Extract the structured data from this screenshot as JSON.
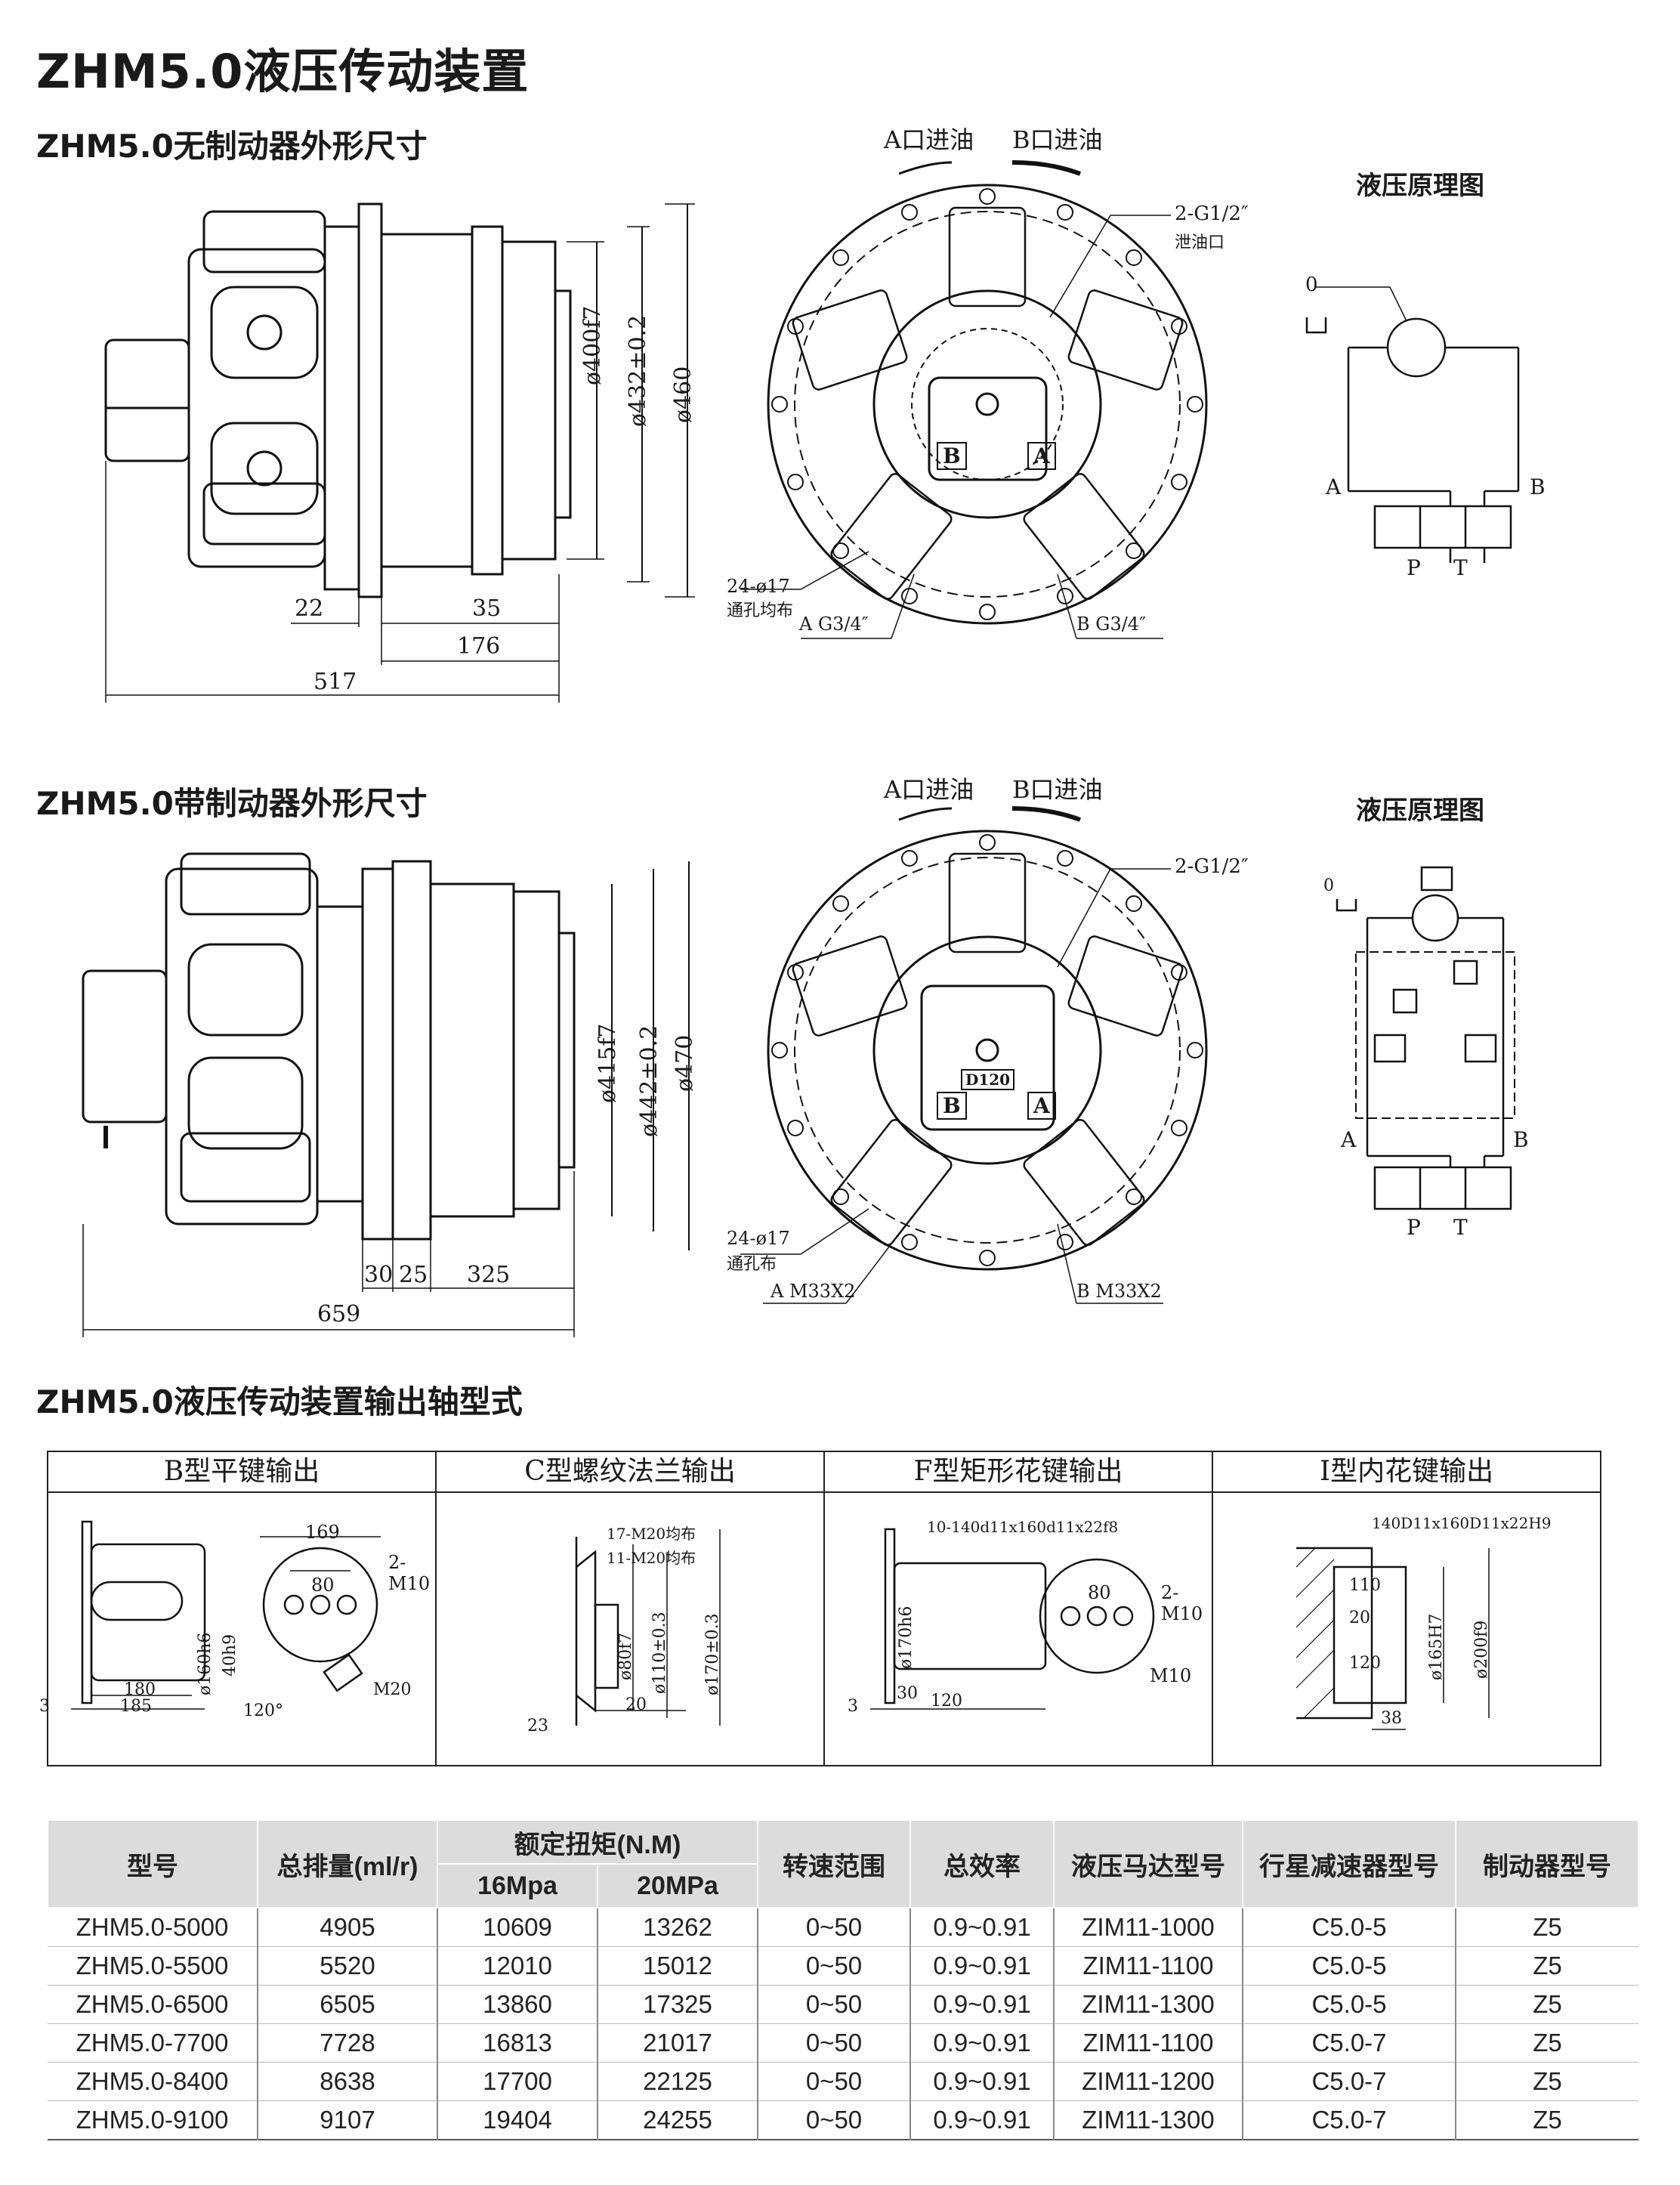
{
  "page": {
    "title": "ZHM5.0液压传动装置",
    "section_nobrake": "ZHM5.0无制动器外形尺寸",
    "section_brake": "ZHM5.0带制动器外形尺寸",
    "section_shaft": "ZHM5.0液压传动装置输出轴型式"
  },
  "drawing_nobrake": {
    "dim_400": "ø400f7",
    "dim_432": "ø432±0.2",
    "dim_460": "ø460",
    "dim_22": "22",
    "dim_35": "35",
    "dim_176": "176",
    "dim_517": "517",
    "a_inlet": "A口进油",
    "b_inlet": "B口进油",
    "drain": "2-G1/2″",
    "drain_note": "泄油口",
    "holes": "24-ø17",
    "holes_note": "通孔均布",
    "port_a": "A G3/4″",
    "port_b": "B G3/4″",
    "port_label_a": "A",
    "port_label_b": "B",
    "hyd_title": "液压原理图",
    "hyd_0": "0",
    "hyd_a": "A",
    "hyd_b": "B",
    "hyd_p": "P",
    "hyd_t": "T"
  },
  "drawing_brake": {
    "dim_415": "ø415f7",
    "dim_442": "ø442±0.2",
    "dim_470": "ø470",
    "dim_30": "30",
    "dim_25": "25",
    "dim_325": "325",
    "dim_659": "659",
    "a_inlet": "A口进油",
    "b_inlet": "B口进油",
    "drain": "2-G1/2″",
    "holes": "24-ø17",
    "holes_note": "通孔布",
    "port_a": "A M33X2",
    "port_b": "B M33X2",
    "valve_label": "D120",
    "port_label_a": "A",
    "port_label_b": "B",
    "hyd_title": "液压原理图",
    "hyd_0": "0",
    "hyd_a": "A",
    "hyd_b": "B",
    "hyd_p": "P",
    "hyd_t": "T"
  },
  "shaft_types": {
    "headers": [
      "B型平键输出",
      "C型螺纹法兰输出",
      "F型矩形花键输出",
      "I型内花键输出"
    ],
    "b": {
      "d160": "ø160h6",
      "d40": "40h9",
      "l169": "169",
      "l80": "80",
      "m10": "2-M10",
      "m20": "M20",
      "l180": "180",
      "l185": "185",
      "l3": "3",
      "ang": "120°"
    },
    "c": {
      "m20a": "17-M20均布",
      "m20b": "11-M20均布",
      "d80": "ø80f7",
      "d110": "ø110±0.3",
      "d170": "ø170±0.3",
      "l23": "23",
      "l20": "20"
    },
    "f": {
      "spline": "10-140d11x160d11x22f8",
      "d170": "ø170h6",
      "l80": "80",
      "m10": "2-M10",
      "m10b": "M10",
      "l30": "30",
      "l120": "120",
      "l3": "3"
    },
    "i": {
      "spline": "140D11x160D11x22H9",
      "l110": "110",
      "l20": "20",
      "l120": "120",
      "d165": "ø165H7",
      "d200": "ø200f9",
      "l38": "38"
    }
  },
  "spec_table": {
    "headers": {
      "model": "型号",
      "displacement": "总排量(ml/r)",
      "torque": "额定扭矩(N.M)",
      "torque_16": "16Mpa",
      "torque_20": "20MPa",
      "speed": "转速范围",
      "efficiency": "总效率",
      "motor": "液压马达型号",
      "reducer": "行星减速器型号",
      "brake": "制动器型号"
    },
    "rows": [
      [
        "ZHM5.0-5000",
        "4905",
        "10609",
        "13262",
        "0~50",
        "0.9~0.91",
        "ZIM11-1000",
        "C5.0-5",
        "Z5"
      ],
      [
        "ZHM5.0-5500",
        "5520",
        "12010",
        "15012",
        "0~50",
        "0.9~0.91",
        "ZIM11-1100",
        "C5.0-5",
        "Z5"
      ],
      [
        "ZHM5.0-6500",
        "6505",
        "13860",
        "17325",
        "0~50",
        "0.9~0.91",
        "ZIM11-1300",
        "C5.0-5",
        "Z5"
      ],
      [
        "ZHM5.0-7700",
        "7728",
        "16813",
        "21017",
        "0~50",
        "0.9~0.91",
        "ZIM11-1100",
        "C5.0-7",
        "Z5"
      ],
      [
        "ZHM5.0-8400",
        "8638",
        "17700",
        "22125",
        "0~50",
        "0.9~0.91",
        "ZIM11-1200",
        "C5.0-7",
        "Z5"
      ],
      [
        "ZHM5.0-9100",
        "9107",
        "19404",
        "24255",
        "0~50",
        "0.9~0.91",
        "ZIM11-1300",
        "C5.0-7",
        "Z5"
      ]
    ]
  }
}
